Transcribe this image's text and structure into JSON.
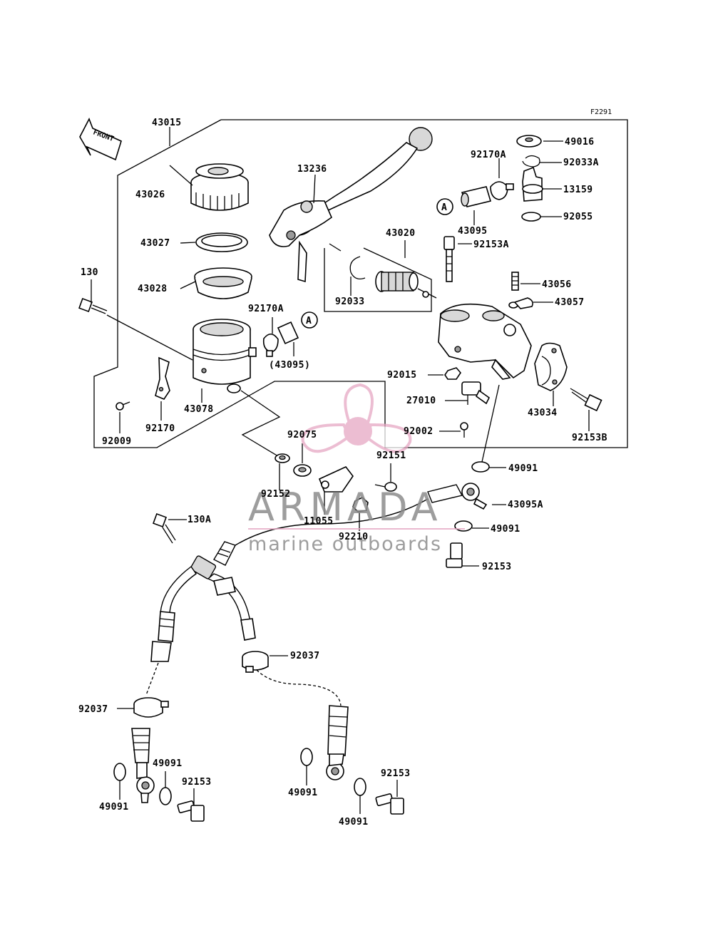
{
  "figure_code": "F2291",
  "front_label": "FRONT",
  "callout_a": "A",
  "watermark": {
    "brand": "ARMADA",
    "tagline": "marine outboards",
    "accent_color": "#e6a8c4",
    "text_color": "#8c8c8c"
  },
  "parts": {
    "p43015": "43015",
    "p49016": "49016",
    "p92170A_top": "92170A",
    "p92033A": "92033A",
    "p13236": "13236",
    "p43026": "43026",
    "p13159": "13159",
    "p43095_top": "43095",
    "p92055": "92055",
    "p43027": "43027",
    "p43020": "43020",
    "p92153A": "92153A",
    "p130": "130",
    "p43028": "43028",
    "p43056": "43056",
    "p92033": "92033",
    "p43057": "43057",
    "p92170A_mid": "92170A",
    "p43095_paren": "(43095)",
    "p92015": "92015",
    "p27010": "27010",
    "p43078": "43078",
    "p43034": "43034",
    "p92170": "92170",
    "p92002": "92002",
    "p92009": "92009",
    "p92153B": "92153B",
    "p92075": "92075",
    "p92151": "92151",
    "p49091_a": "49091",
    "p92152": "92152",
    "p43095A": "43095A",
    "p130A": "130A",
    "p11055": "11055",
    "p92210": "92210",
    "p49091_b": "49091",
    "p92153_a": "92153",
    "p92037_a": "92037",
    "p92037_b": "92037",
    "p49091_c": "49091",
    "p92153_b": "92153",
    "p49091_d": "49091",
    "p92153_c": "92153",
    "p49091_e": "49091",
    "p49091_f": "49091"
  }
}
